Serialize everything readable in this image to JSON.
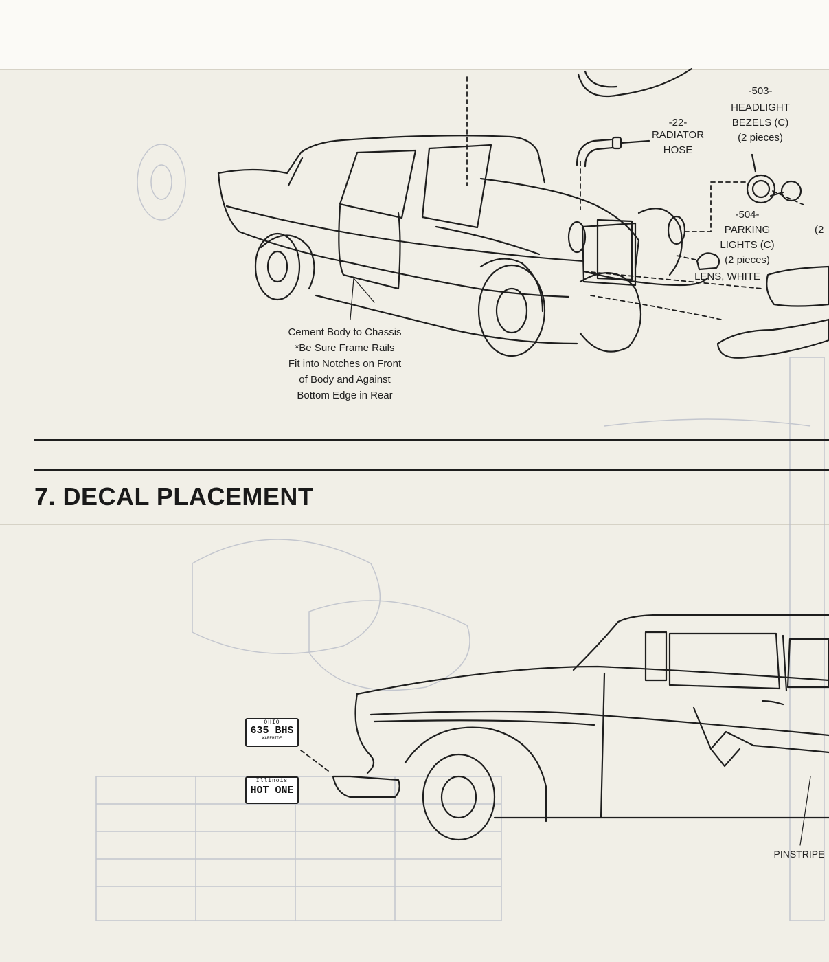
{
  "labels": {
    "radiator_hose": {
      "part": "-22-",
      "name1": "RADIATOR",
      "name2": "HOSE"
    },
    "headlight_bezels": {
      "part": "-503-",
      "name1": "HEADLIGHT",
      "name2": "BEZELS (C)",
      "qty": "(2 pieces)"
    },
    "parking_lights": {
      "part": "-504-",
      "name1": "PARKING",
      "name2": "LIGHTS (C)",
      "qty": "(2 pieces)"
    },
    "lens": "LENS, WHITE",
    "edge_partial": "(2",
    "pinstripe": "PINSTRIPE"
  },
  "body_note": [
    "Cement Body to Chassis",
    "*Be Sure Frame Rails",
    "Fit into Notches on Front",
    "of Body and Against",
    "Bottom Edge in Rear"
  ],
  "section": {
    "title": "7. DECAL PLACEMENT"
  },
  "decals": {
    "ohio_plate": {
      "state": "OHIO",
      "number": "635 BHS",
      "sub": "WAREHIDE"
    },
    "illinois_plate": {
      "state": "Illinois",
      "number": "HOT ONE"
    }
  },
  "colors": {
    "paper": "#f1efe7",
    "ink": "#1e1e1e",
    "bleed": "#b8bcc8"
  }
}
